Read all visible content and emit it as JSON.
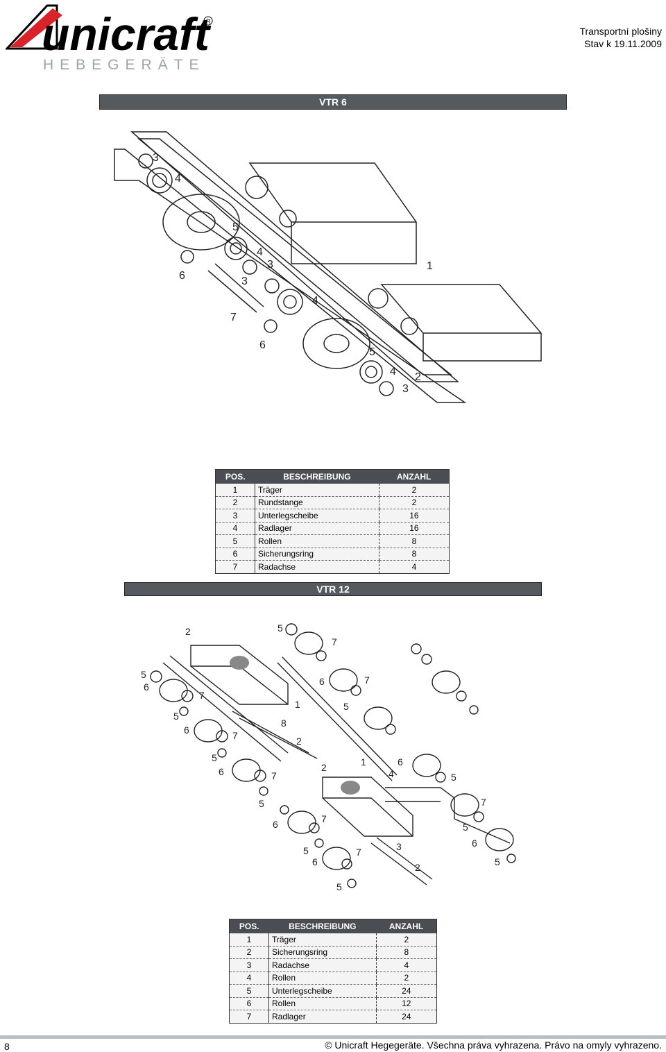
{
  "header": {
    "logo_text": "unicraft",
    "logo_sub": "HEBEGERÄTE",
    "title": "Transportní plošiny",
    "date": "Stav k 19.11.2009"
  },
  "section1": {
    "title": "VTR 6",
    "callouts": [
      "3",
      "4",
      "5",
      "4",
      "3",
      "3",
      "4",
      "6",
      "7",
      "6",
      "1",
      "5",
      "4",
      "3",
      "2"
    ],
    "table": {
      "headers": [
        "POS.",
        "BESCHREIBUNG",
        "ANZAHL"
      ],
      "rows": [
        {
          "pos": "1",
          "desc": "Träger",
          "qty": "2"
        },
        {
          "pos": "2",
          "desc": "Rundstange",
          "qty": "2"
        },
        {
          "pos": "3",
          "desc": "Unterlegscheibe",
          "qty": "16"
        },
        {
          "pos": "4",
          "desc": "Radlager",
          "qty": "16"
        },
        {
          "pos": "5",
          "desc": "Rollen",
          "qty": "8"
        },
        {
          "pos": "6",
          "desc": "Sicherungsring",
          "qty": "8"
        },
        {
          "pos": "7",
          "desc": "Radachse",
          "qty": "4"
        }
      ]
    }
  },
  "section2": {
    "title": "VTR 12",
    "callouts": [
      "2",
      "5",
      "6",
      "7",
      "5",
      "6",
      "7",
      "5",
      "6",
      "7",
      "5",
      "7",
      "6",
      "7",
      "5",
      "1",
      "8",
      "2",
      "4",
      "1",
      "2",
      "6",
      "5",
      "7",
      "5",
      "6",
      "7",
      "5",
      "6",
      "7",
      "3",
      "2",
      "5",
      "6",
      "5",
      "5"
    ],
    "table": {
      "headers": [
        "POS.",
        "BESCHREIBUNG",
        "ANZAHL"
      ],
      "rows": [
        {
          "pos": "1",
          "desc": "Träger",
          "qty": "2"
        },
        {
          "pos": "2",
          "desc": "Sicherungsring",
          "qty": "8"
        },
        {
          "pos": "3",
          "desc": "Radachse",
          "qty": "4"
        },
        {
          "pos": "4",
          "desc": "Rollen",
          "qty": "2"
        },
        {
          "pos": "5",
          "desc": "Unterlegscheibe",
          "qty": "24"
        },
        {
          "pos": "6",
          "desc": "Rollen",
          "qty": "12"
        },
        {
          "pos": "7",
          "desc": "Radlager",
          "qty": "24"
        }
      ]
    }
  },
  "footer": {
    "page_number": "8",
    "copyright": "© Unicraft Hegegeräte. Všechna práva vyhrazena. Právo na omyly vyhrazeno."
  }
}
